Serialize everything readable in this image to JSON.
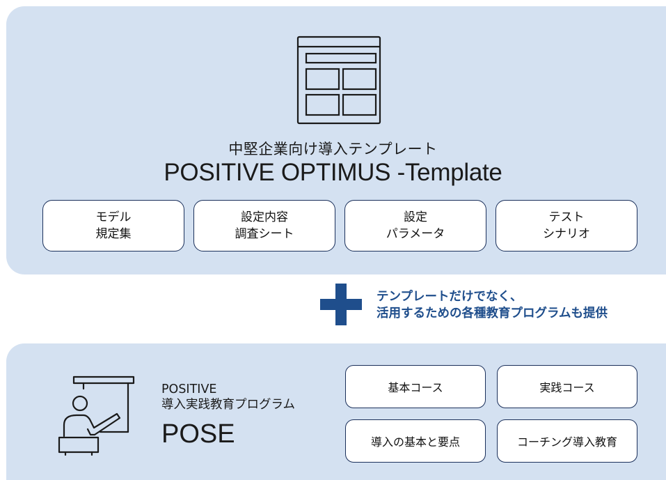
{
  "colors": {
    "panel": "#d4e1f1",
    "navy": "#1a2f5a",
    "accent_blue": "#1f4e8c"
  },
  "template": {
    "subtitle": "中堅企業向け導入テンプレート",
    "title": "POSITIVE OPTIMUS -Template",
    "icon": "document-layout-icon",
    "boxes": [
      {
        "label": "モデル\n規定集"
      },
      {
        "label": "設定内容\n調査シート"
      },
      {
        "label": "設定\nパラメータ"
      },
      {
        "label": "テスト\nシナリオ"
      }
    ]
  },
  "connector": {
    "icon": "plus-icon",
    "tagline": "テンプレートだけでなく、\n活用するための各種教育プログラムも提供"
  },
  "pose": {
    "icon": "teacher-presentation-icon",
    "label_small": "POSITIVE\n導入実践教育プログラム",
    "name": "POSE",
    "courses": [
      {
        "label": "基本コース"
      },
      {
        "label": "実践コース"
      },
      {
        "label": "導入の基本と要点"
      },
      {
        "label": "コーチング導入教育"
      }
    ]
  }
}
